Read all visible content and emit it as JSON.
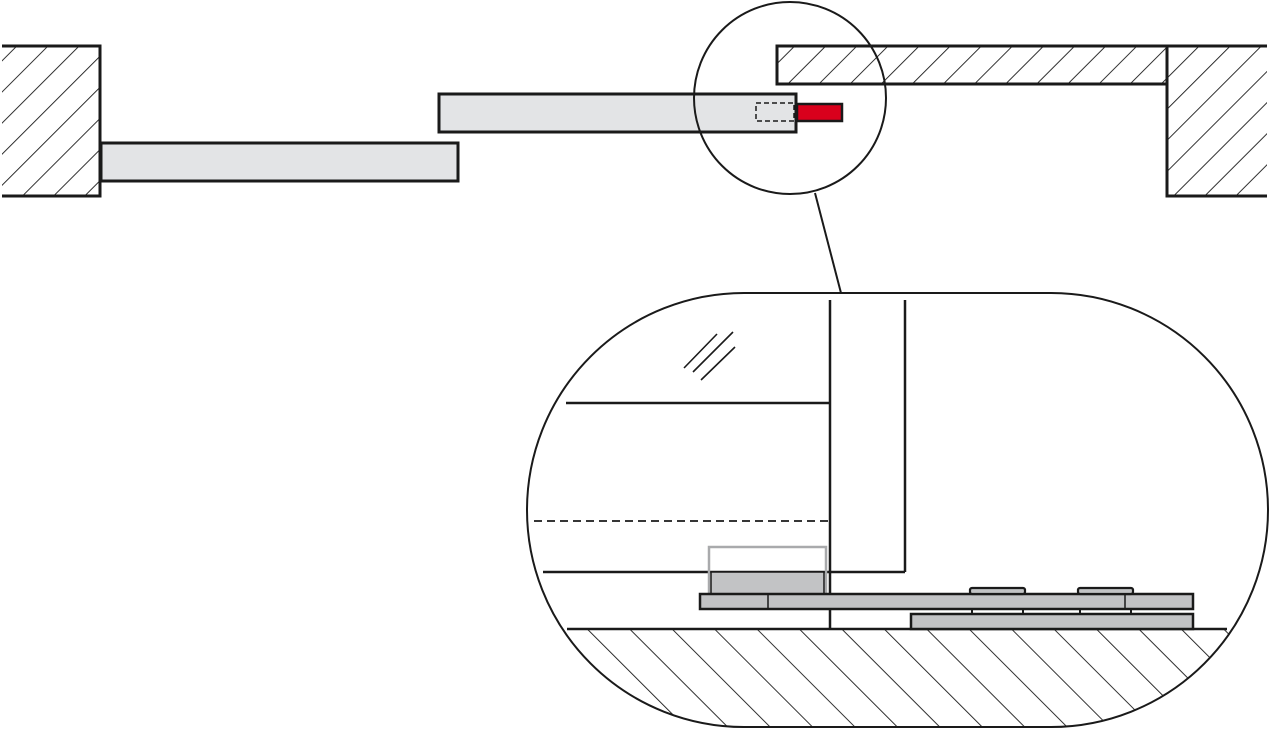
{
  "diagram": {
    "kind": "technical-drawing",
    "view": "plan-section",
    "subject": "sliding-door-with-detail-callout",
    "colors": {
      "outline": "#1a1a1a",
      "panel_fill": "#e3e4e6",
      "bracket_fill": "#c2c3c5",
      "stopper_fill": "#d9001c",
      "background": "#ffffff"
    },
    "icons": [
      "hatch-pattern",
      "glass-reflection-marks",
      "magnifier-callout"
    ]
  }
}
